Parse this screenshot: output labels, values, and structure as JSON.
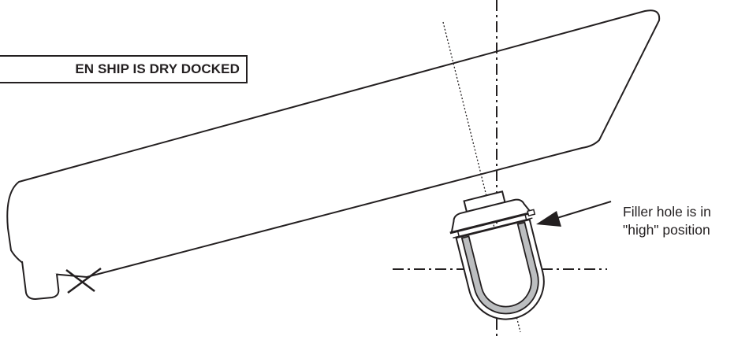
{
  "warning_label": "EN SHIP IS DRY DOCKED",
  "callout": {
    "line1": "Filler hole is in",
    "line2": "\"high\" position"
  },
  "colors": {
    "ink": "#231f20",
    "gray_fill": "#bcbec0",
    "background": "#ffffff"
  }
}
